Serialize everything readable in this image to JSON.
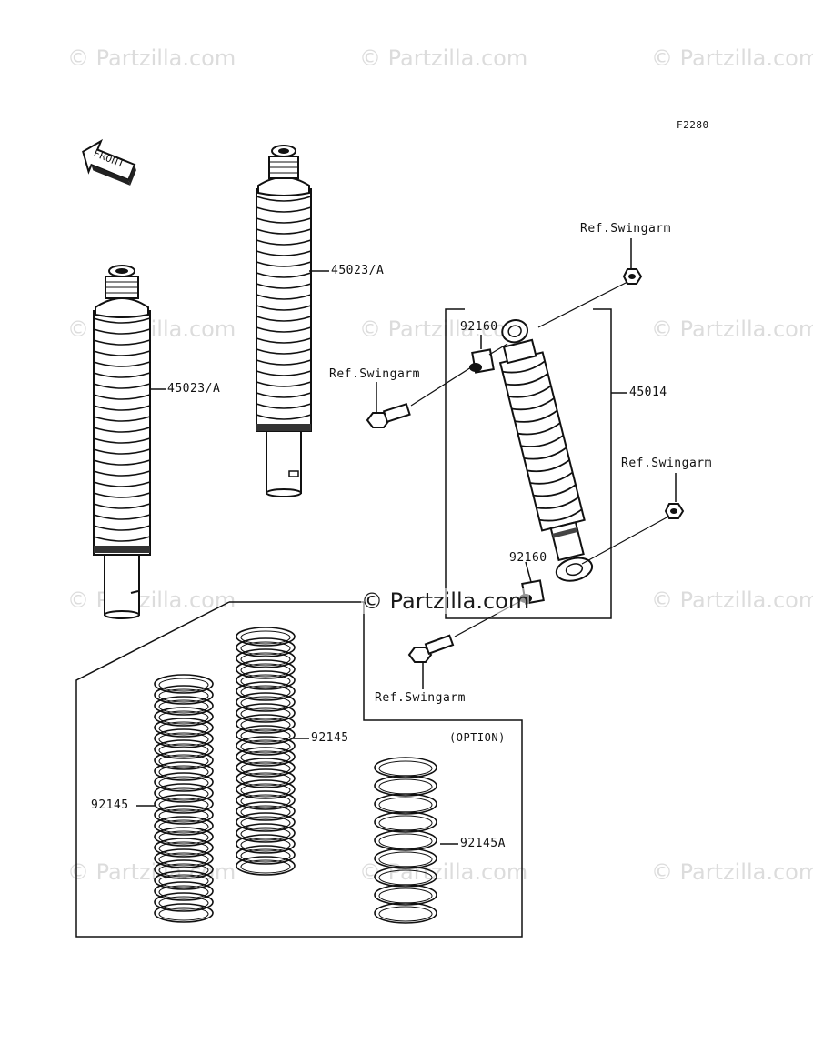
{
  "diagram_code": "F2280",
  "front_label": "FRONT",
  "watermark": "© Partzilla.com",
  "parts": {
    "shock_left": "45023/A",
    "shock_middle": "45023/A",
    "shock_assembly": "45014",
    "bushing_upper": "92160",
    "bushing_lower": "92160",
    "spring_left": "92145",
    "spring_middle": "92145",
    "spring_option": "92145A"
  },
  "refs": {
    "top_right": "Ref.Swingarm",
    "upper_bolt": "Ref.Swingarm",
    "lower_nut": "Ref.Swingarm",
    "lower_bolt": "Ref.Swingarm"
  },
  "option_label": "(OPTION)"
}
